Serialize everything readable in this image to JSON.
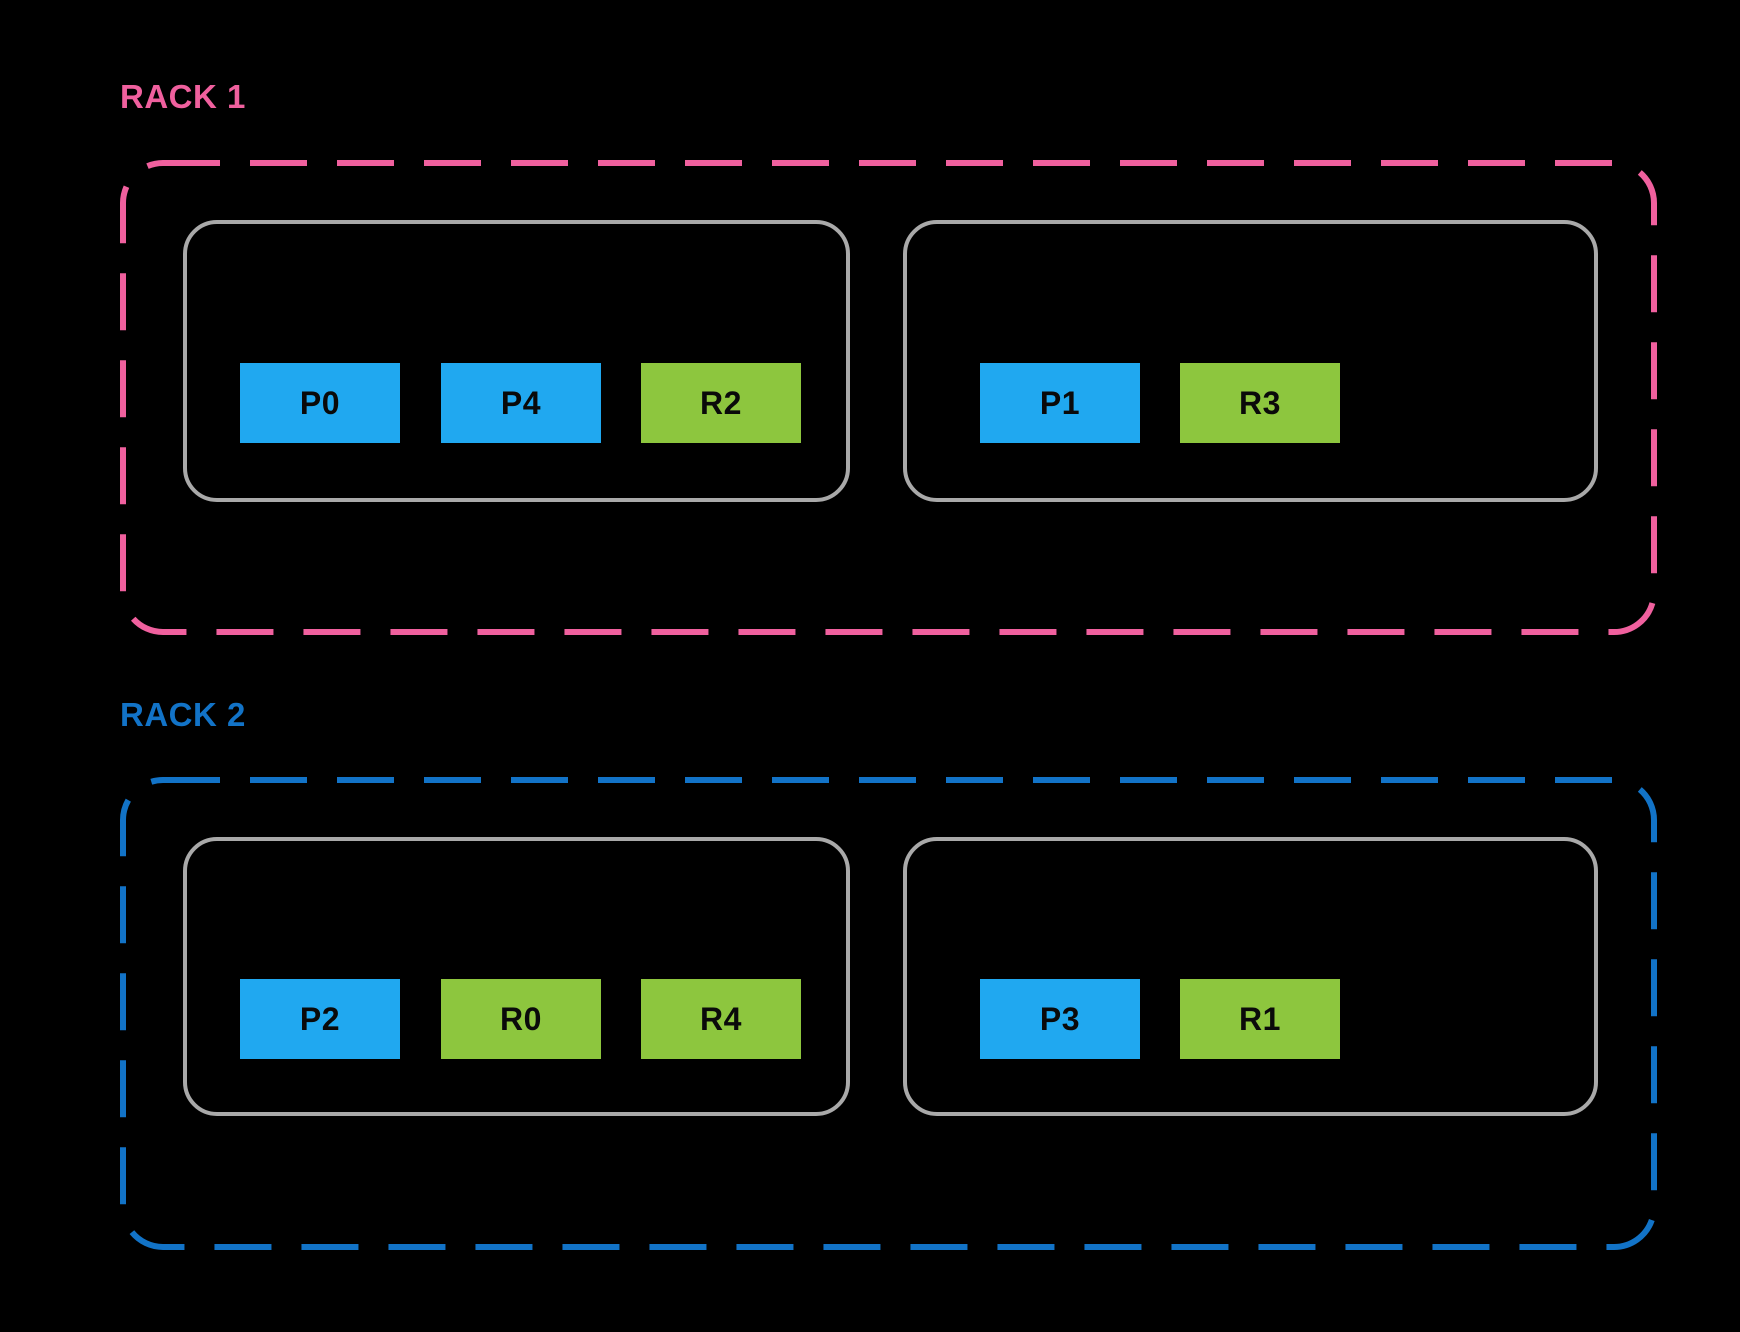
{
  "diagram": {
    "background_color": "#000000",
    "node_border_color": "#a9a9a9",
    "chip_text_color": "#0a0a0a",
    "chip_blue": "#20a8f0",
    "chip_green": "#8dc63e"
  },
  "racks": [
    {
      "label": "RACK 1",
      "accent": "#f0609e",
      "boxes": [
        {
          "chips": [
            {
              "label": "P0",
              "color": "#20a8f0"
            },
            {
              "label": "P4",
              "color": "#20a8f0"
            },
            {
              "label": "R2",
              "color": "#8dc63e"
            }
          ]
        },
        {
          "chips": [
            {
              "label": "P1",
              "color": "#20a8f0"
            },
            {
              "label": "R3",
              "color": "#8dc63e"
            }
          ]
        }
      ]
    },
    {
      "label": "RACK 2",
      "accent": "#1273c7",
      "boxes": [
        {
          "chips": [
            {
              "label": "P2",
              "color": "#20a8f0"
            },
            {
              "label": "R0",
              "color": "#8dc63e"
            },
            {
              "label": "R4",
              "color": "#8dc63e"
            }
          ]
        },
        {
          "chips": [
            {
              "label": "P3",
              "color": "#20a8f0"
            },
            {
              "label": "R1",
              "color": "#8dc63e"
            }
          ]
        }
      ]
    }
  ]
}
